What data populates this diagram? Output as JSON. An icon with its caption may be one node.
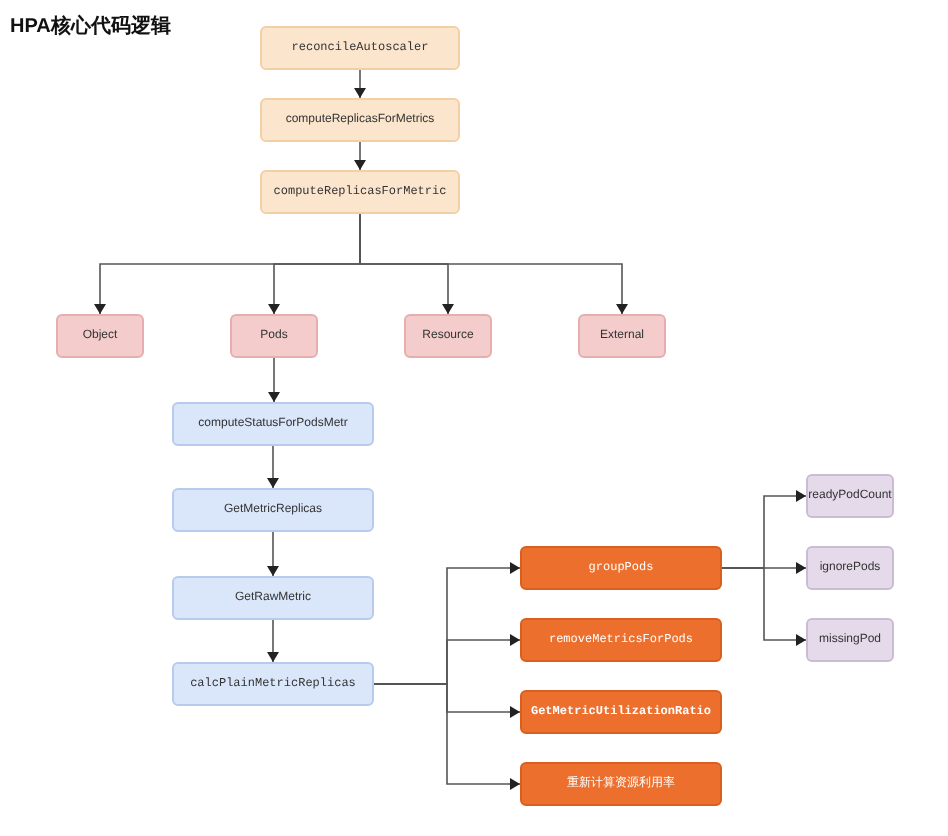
{
  "diagram": {
    "title": "HPA核心代码逻辑",
    "nodes": [
      {
        "text": [
          "reconcileAutoscaler"
        ]
      },
      {
        "text": [
          "computeReplicasForMetrics"
        ]
      },
      {
        "text": [
          "computeReplicasForMetric"
        ]
      },
      {
        "text": [
          "Object"
        ]
      },
      {
        "text": [
          "Pods"
        ]
      },
      {
        "text": [
          "Resource"
        ]
      },
      {
        "text": [
          "External"
        ]
      },
      {
        "text": [
          "computeStatusForPodsMetr"
        ]
      },
      {
        "text": [
          "GetMetricReplicas"
        ]
      },
      {
        "text": [
          "GetRawMetric"
        ]
      },
      {
        "text": [
          "calcPlainMetricReplicas"
        ]
      },
      {
        "text": [
          "groupPods"
        ]
      },
      {
        "text": [
          "removeMetricsForPods"
        ]
      },
      {
        "text": [
          "GetMetricUtilizationRatio"
        ]
      },
      {
        "text": [
          "重新计算资源利用率"
        ]
      },
      {
        "text": [
          "readyPodCount"
        ]
      },
      {
        "text": [
          "ignorePods"
        ]
      },
      {
        "text": [
          "missingPod"
        ]
      }
    ],
    "edges": [
      {
        "from": 0,
        "to": 1,
        "arrow": "to"
      },
      {
        "from": 1,
        "to": 2,
        "arrow": "to"
      },
      {
        "from": 2,
        "to": 3,
        "arrow": "to"
      },
      {
        "from": 2,
        "to": 4,
        "arrow": "to"
      },
      {
        "from": 2,
        "to": 5,
        "arrow": "to"
      },
      {
        "from": 2,
        "to": 6,
        "arrow": "to"
      },
      {
        "from": 4,
        "to": 7,
        "arrow": "to"
      },
      {
        "from": 7,
        "to": 8,
        "arrow": "to"
      },
      {
        "from": 8,
        "to": 9,
        "arrow": "to"
      },
      {
        "from": 9,
        "to": 10,
        "arrow": "to"
      },
      {
        "from": 10,
        "to": 11,
        "arrow": "to"
      },
      {
        "from": 10,
        "to": 12,
        "arrow": "to"
      },
      {
        "from": 10,
        "to": 13,
        "arrow": "to"
      },
      {
        "from": 10,
        "to": 14,
        "arrow": "to"
      },
      {
        "from": 11,
        "to": 15,
        "arrow": "to"
      },
      {
        "from": 11,
        "to": 16,
        "arrow": "to"
      },
      {
        "from": 11,
        "to": 17,
        "arrow": "to"
      }
    ]
  }
}
